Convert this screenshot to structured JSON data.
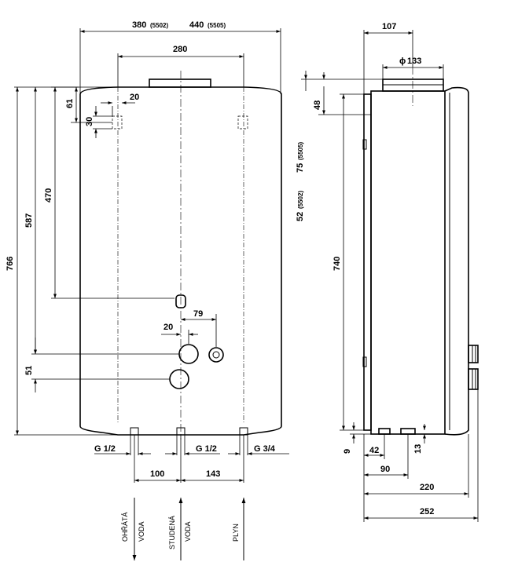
{
  "front_view": {
    "width_top": "380",
    "width_top_note": "(5502)",
    "width_top2": "440",
    "width_top2_note": "(5505)",
    "mount_spacing": "280",
    "offset_20_top": "20",
    "height_61": "61",
    "height_30": "30",
    "height_766": "766",
    "height_587": "587",
    "height_470": "470",
    "height_51": "51",
    "offset_20_mid": "20",
    "offset_79": "79",
    "conn_hot": "G 1/2",
    "conn_cold": "G 1/2",
    "conn_gas": "G 3/4",
    "spacing_100": "100",
    "spacing_143": "143"
  },
  "side_view": {
    "depth_107": "107",
    "flue_diameter": "133",
    "diameter_symbol": "ϕ",
    "height_48": "48",
    "flue_offset_a": "52",
    "flue_offset_a_note": "(5502)",
    "flue_offset_b": "75",
    "flue_offset_b_note": "(5505)",
    "height_740": "740",
    "height_9": "9",
    "offset_42": "42",
    "offset_13": "13",
    "offset_90": "90",
    "depth_220": "220",
    "depth_252": "252"
  },
  "flow_labels": {
    "hot_water_line1": "OHŘÁTÁ",
    "hot_water_line2": "VODA",
    "cold_water_line1": "STUDENÁ",
    "cold_water_line2": "VODA",
    "gas": "PLYN"
  }
}
